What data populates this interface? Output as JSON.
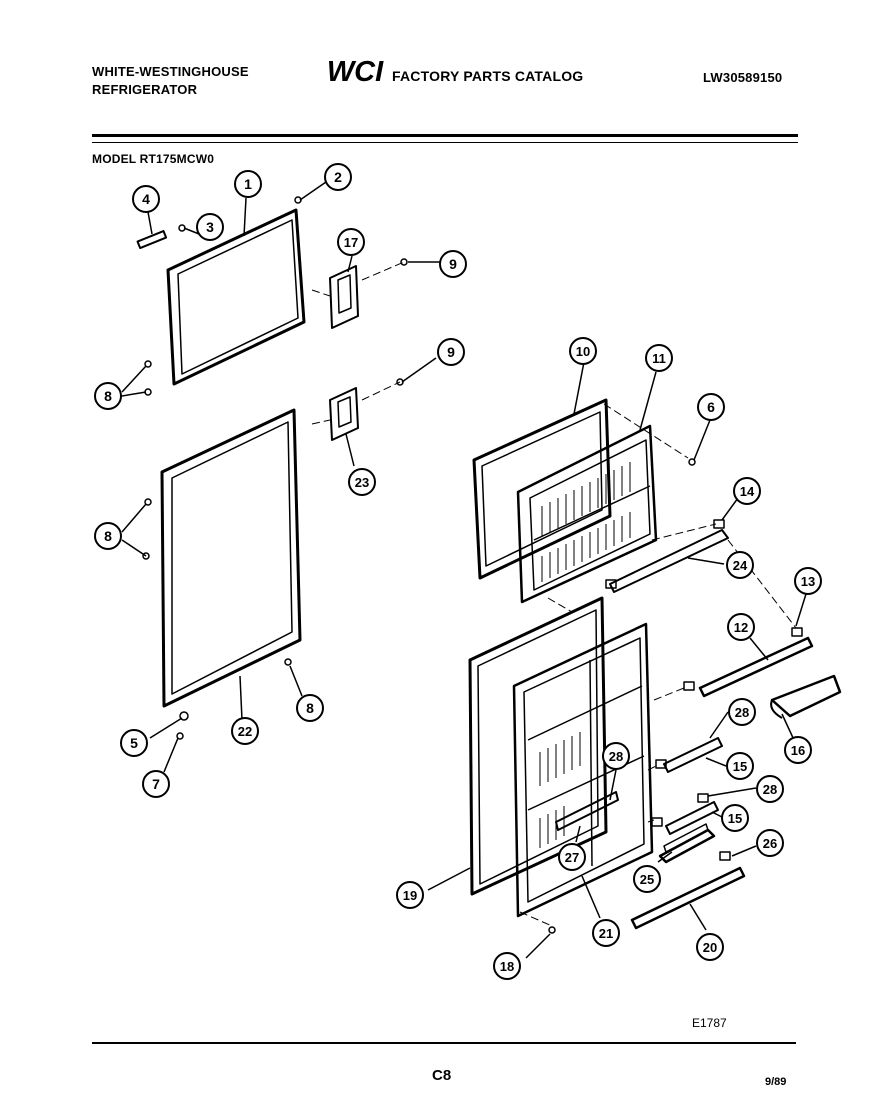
{
  "header": {
    "brand_line1": "WHITE-WESTINGHOUSE",
    "brand_line2": "REFRIGERATOR",
    "logo_text": "WCI",
    "catalog_title": "FACTORY PARTS CATALOG",
    "part_number": "LW30589150"
  },
  "model": "MODEL RT175MCW0",
  "callouts": [
    {
      "label": "1"
    },
    {
      "label": "2"
    },
    {
      "label": "3"
    },
    {
      "label": "4"
    },
    {
      "label": "17"
    },
    {
      "label": "9"
    },
    {
      "label": "8"
    },
    {
      "label": "9"
    },
    {
      "label": "10"
    },
    {
      "label": "11"
    },
    {
      "label": "6"
    },
    {
      "label": "23"
    },
    {
      "label": "14"
    },
    {
      "label": "8"
    },
    {
      "label": "24"
    },
    {
      "label": "13"
    },
    {
      "label": "12"
    },
    {
      "label": "16"
    },
    {
      "label": "28"
    },
    {
      "label": "8"
    },
    {
      "label": "22"
    },
    {
      "label": "5"
    },
    {
      "label": "7"
    },
    {
      "label": "28"
    },
    {
      "label": "15"
    },
    {
      "label": "28"
    },
    {
      "label": "15"
    },
    {
      "label": "26"
    },
    {
      "label": "27"
    },
    {
      "label": "25"
    },
    {
      "label": "19"
    },
    {
      "label": "21"
    },
    {
      "label": "20"
    },
    {
      "label": "18"
    }
  ],
  "footer": {
    "drawing_number": "E1787",
    "page": "C8",
    "date": "9/89"
  }
}
